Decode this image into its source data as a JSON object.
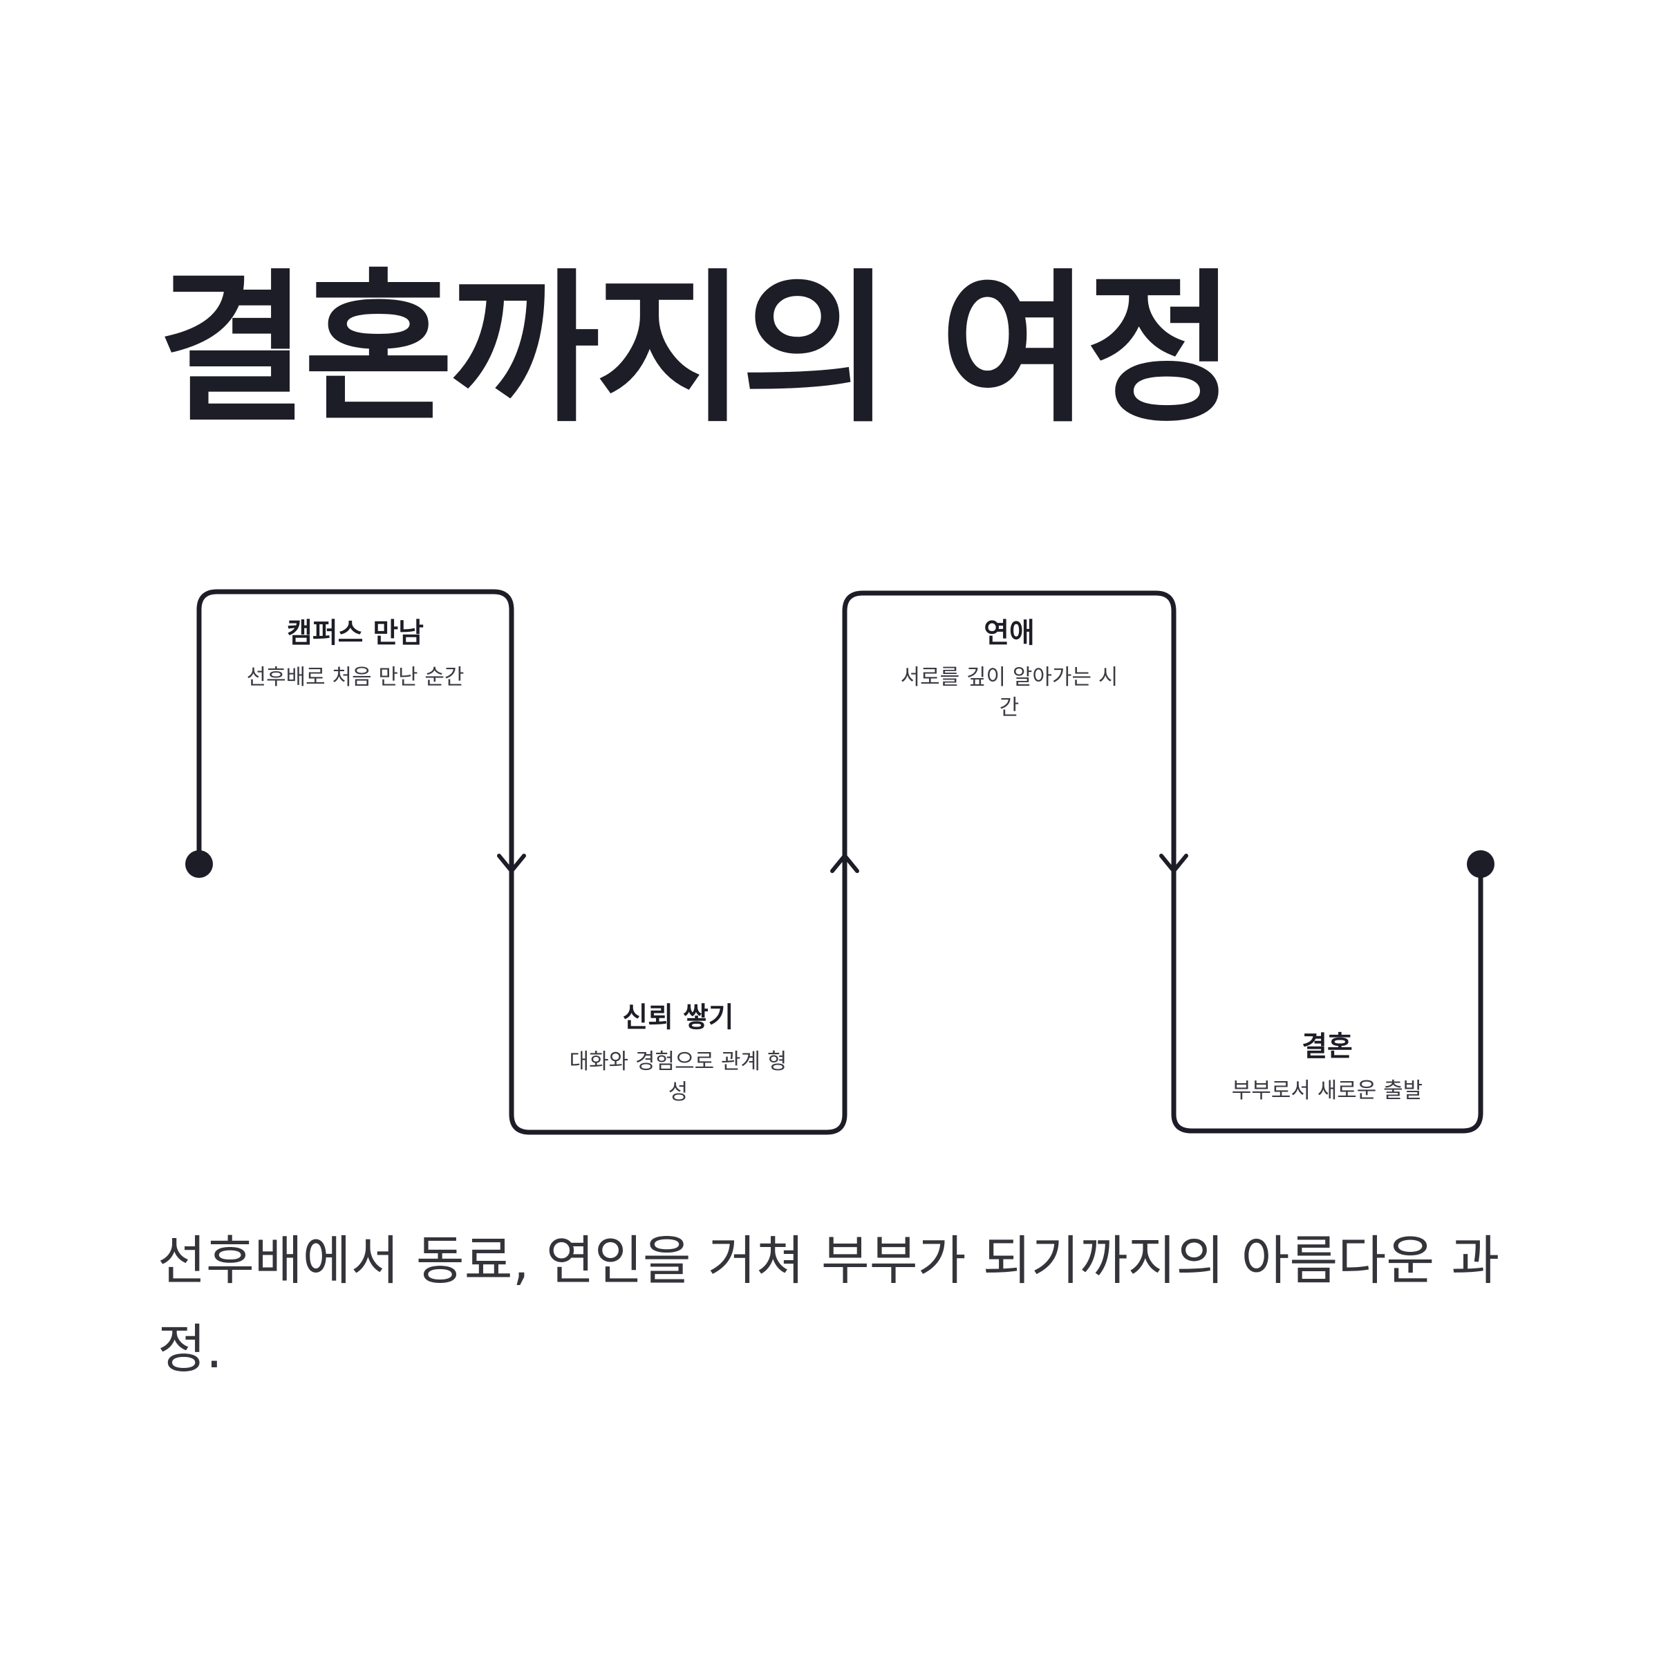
{
  "title": "결혼까지의 여정",
  "steps": [
    {
      "title": "캠퍼스 만남",
      "description": "선후배로 처음 만난 순간"
    },
    {
      "title": "신뢰 쌓기",
      "description": "대화와 경험으로 관계 형성"
    },
    {
      "title": "연애",
      "description": "서로를 깊이 알아가는 시간"
    },
    {
      "title": "결혼",
      "description": "부부로서 새로운 출발"
    }
  ],
  "caption": "선후배에서 동료, 연인을 거쳐 부부가 되기까지의 아름다운 과정.",
  "colors": {
    "line": "#1d1d27",
    "text": "#1d1d27",
    "caption": "#34343b"
  }
}
